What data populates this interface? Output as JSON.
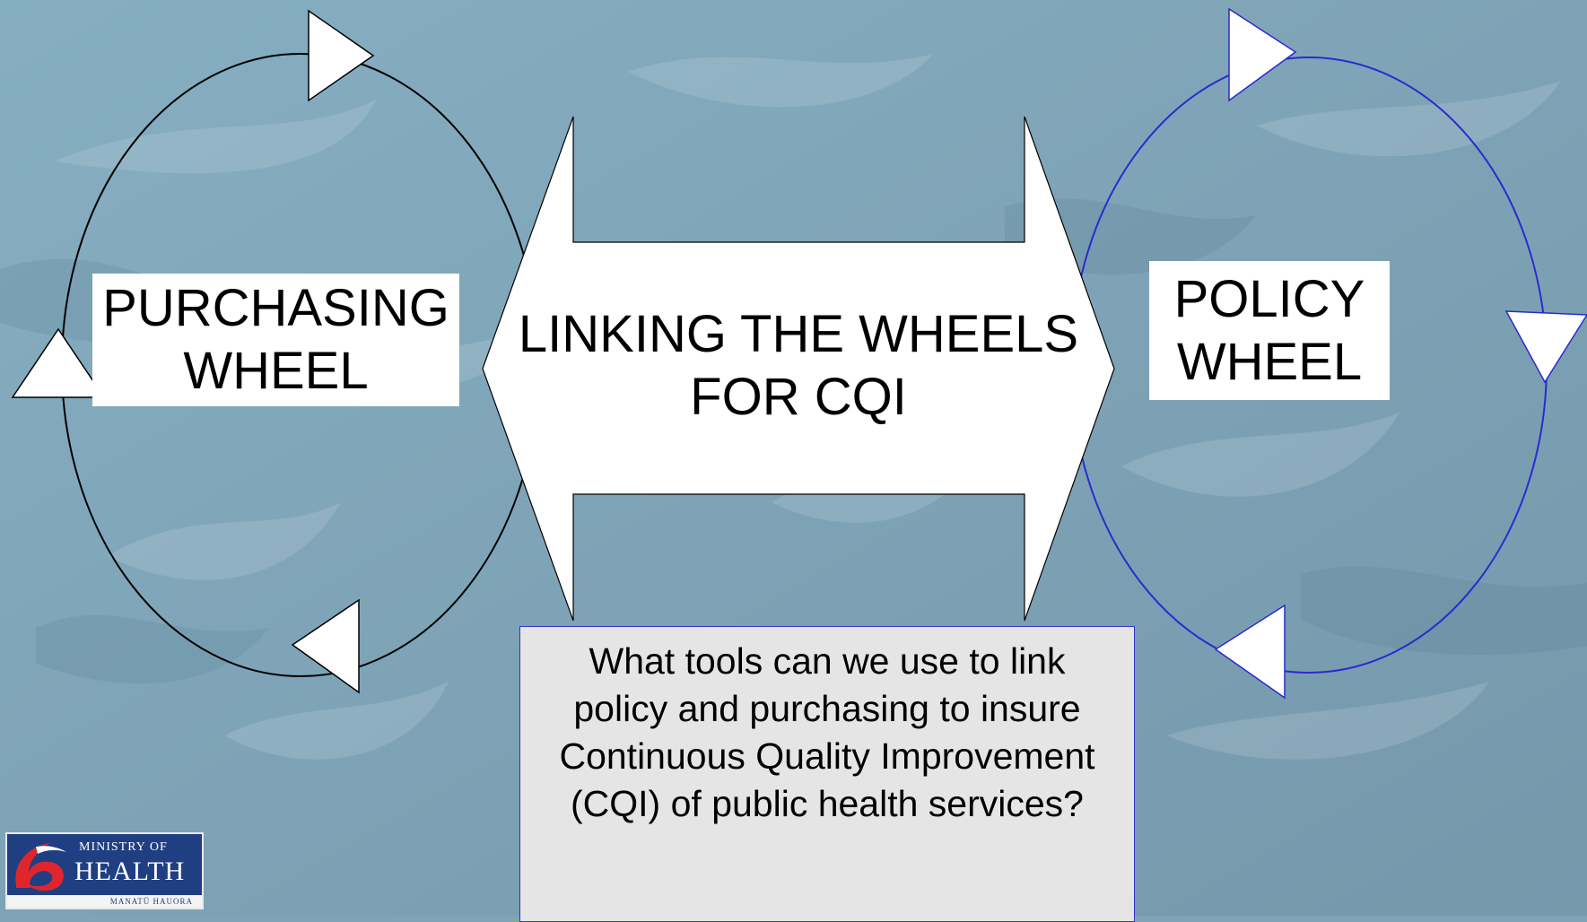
{
  "slide": {
    "purchasing_wheel": {
      "line1": "PURCHASING",
      "line2": "WHEEL",
      "stroke_color": "#000000"
    },
    "policy_wheel": {
      "line1": "POLICY",
      "line2": "WHEEL",
      "stroke_color": "#2a2ad0"
    },
    "center_arrow": {
      "line1": "LINKING THE WHEELS",
      "line2": "FOR CQI"
    },
    "question": {
      "text": "What tools can we use to link policy and purchasing to insure Continuous Quality Improvement (CQI) of public health services?"
    },
    "logo": {
      "line1": "MINISTRY OF",
      "line2": "HEALTH",
      "line3": "MANATŪ HAUORA",
      "color": "#1f3f82"
    },
    "background_color": "#7fa4b8"
  }
}
